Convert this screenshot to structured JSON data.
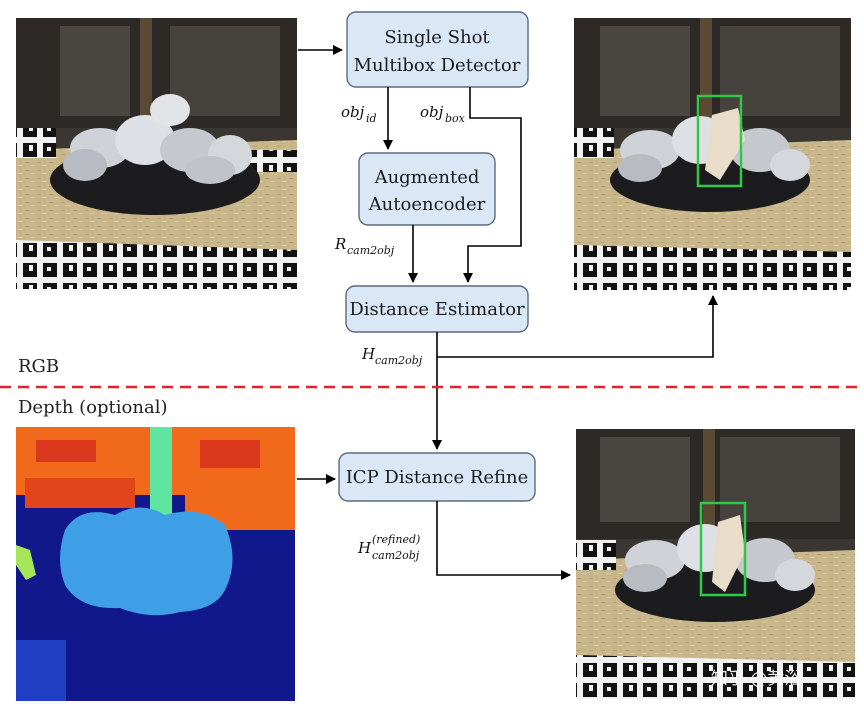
{
  "blocks": {
    "ssd": {
      "line1": "Single Shot",
      "line2": "Multibox Detector"
    },
    "aae": {
      "line1": "Augmented",
      "line2": "Autoencoder"
    },
    "distance_estimator": {
      "label": "Distance Estimator"
    },
    "icp": {
      "label": "ICP Distance Refine"
    }
  },
  "signals": {
    "obj_id": {
      "base": "obj",
      "sub": "id"
    },
    "obj_box": {
      "base": "obj",
      "sub": "box"
    },
    "r_cam2obj": {
      "base": "R",
      "sub": "cam2obj"
    },
    "h_cam2obj": {
      "base": "H",
      "sub": "cam2obj"
    },
    "h_refined": {
      "base": "H",
      "sub": "cam2obj",
      "sup": "(refined)"
    }
  },
  "sections": {
    "rgb": "RGB",
    "depth": "Depth (optional)"
  },
  "colors": {
    "block_fill": "#d9e7f7",
    "block_stroke": "#5b6b7e",
    "divider": "#d9262c",
    "arrow": "#000000",
    "bbox": "#2fc94a",
    "depth_far": "#10188c",
    "depth_mid": "#3f9fe6",
    "depth_near": "#f16a1c",
    "depth_highlight": "#5ee6a0"
  },
  "watermark": "知乎 @黄浴"
}
